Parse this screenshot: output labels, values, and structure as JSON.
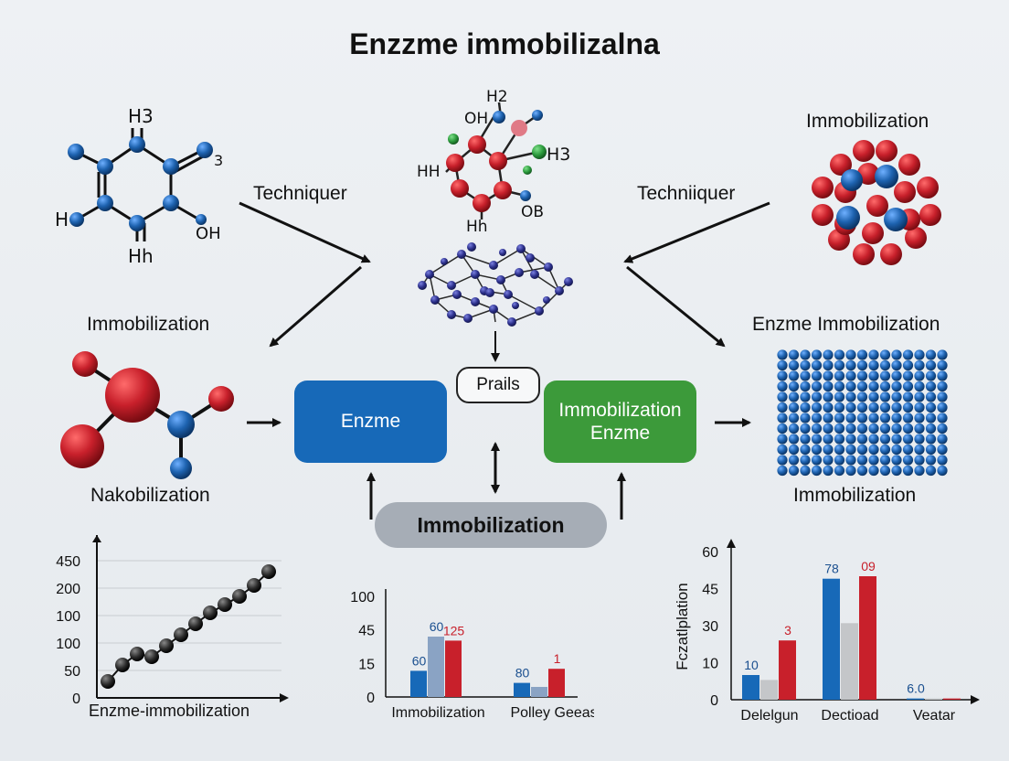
{
  "title": "Enzzme immobilizalna",
  "labels": {
    "techniquer_left": "Techniquer",
    "techniquer_right": "Techniiquer",
    "immobilization_top_right": "Immobilization",
    "immobilization_left": "Immobilization",
    "enzme_immobilization_right": "Enzme Immobilization",
    "nakobilization": "Nakobilization",
    "immobilization_bottom_right": "Immobilization"
  },
  "chem_text": {
    "tl_h3_top": "H",
    "tl_h3_sub": "3",
    "tl_3": "3",
    "tl_h_left": "H",
    "tl_oh": "OH",
    "tl_hh": "Hh",
    "mid_h2": "H2",
    "mid_oh": "OH",
    "mid_h3": "H3",
    "mid_hh_left": "HH",
    "mid_ob": "OB",
    "mid_hh_bottom": "Hh"
  },
  "boxes": {
    "prails": "Prails",
    "enzme": "Enzme",
    "immob_enzme_line1": "Immobilization",
    "immob_enzme_line2": "Enzme",
    "immobilization_pill": "Immobilization"
  },
  "colors": {
    "blue_box": "#1769b8",
    "green_box": "#3c9a3a",
    "grey_pill": "#a6adb6",
    "atom_red": "#c8202b",
    "atom_blue": "#1e63b0",
    "atom_navy": "#2b2f8a",
    "atom_green": "#2b9a3c",
    "bar_grey": "#c4c6c9"
  },
  "chart_data": [
    {
      "type": "line",
      "xlabel": "Enzme-immobilization",
      "ytick_labels": [
        "450",
        "200",
        "100",
        "100",
        "50",
        "0"
      ],
      "y": [
        0.6,
        1.2,
        1.6,
        1.5,
        1.9,
        2.3,
        2.7,
        3.1,
        3.4,
        3.7,
        4.1,
        4.6
      ]
    },
    {
      "type": "bar",
      "ytick_labels": [
        "100",
        "45",
        "15",
        "0"
      ],
      "categories": [
        "Immobilization",
        "Polley Geeash"
      ],
      "series": [
        {
          "values": [
            13,
            7
          ],
          "labels": [
            "60",
            "80"
          ],
          "color": "#1769b8"
        },
        {
          "values": [
            30,
            5
          ],
          "labels": [
            "60",
            ""
          ],
          "color": "#8aa3c4"
        },
        {
          "values": [
            28,
            14
          ],
          "labels": [
            "125",
            "1"
          ],
          "color": "#c8202b"
        }
      ]
    },
    {
      "type": "bar",
      "ylabel": "Fczatlplation",
      "ytick_labels": [
        "60",
        "45",
        "30",
        "10",
        "0"
      ],
      "categories": [
        "Delelgun",
        "Dectioad",
        "Veatar"
      ],
      "series": [
        {
          "values": [
            10,
            49,
            0.5
          ],
          "labels": [
            "10",
            "78",
            "6.0"
          ],
          "color": "#1769b8"
        },
        {
          "values": [
            8,
            31,
            0.5
          ],
          "labels": [
            "",
            "",
            ""
          ],
          "color": "#c4c6c9"
        },
        {
          "values": [
            24,
            50,
            0.5
          ],
          "labels": [
            "3",
            "09",
            ""
          ],
          "color": "#c8202b"
        }
      ]
    }
  ]
}
